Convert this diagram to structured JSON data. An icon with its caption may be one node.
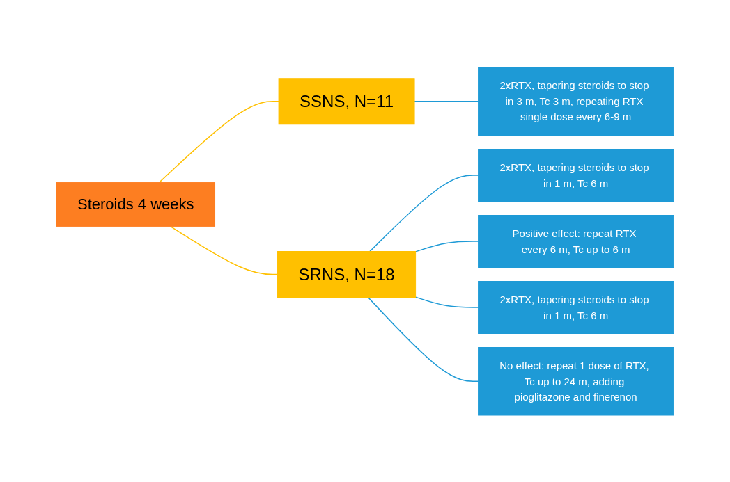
{
  "diagram": {
    "nodes": [
      {
        "text": [
          "Steroids 4 weeks"
        ]
      },
      {
        "text": [
          "SSNS, N=11"
        ]
      },
      {
        "text": [
          "SRNS, N=18"
        ]
      },
      {
        "text": [
          "2xRTX, tapering steroids to stop in 3 m, Tc 3 m, repeating RTX single dose every 6-9 m"
        ]
      },
      {
        "text": [
          "2xRTX, tapering steroids to stop in 1 m, Tc 6 m"
        ]
      },
      {
        "text": [
          "Positive effect: repeat RTX every 6 m, Tc up to 6 m"
        ]
      },
      {
        "text": [
          "2xRTX, tapering steroids to stop in 1 m, Tc 6 m"
        ]
      },
      {
        "text": [
          "No effect: repeat 1 dose of RTX, Tc up to 24 m, adding pioglitazone and finerenon"
        ]
      }
    ],
    "edges": [
      {
        "from": 0,
        "to": 1,
        "arrow": "none",
        "color": "#ffc000"
      },
      {
        "from": 0,
        "to": 2,
        "arrow": "none",
        "color": "#ffc000"
      },
      {
        "from": 1,
        "to": 3,
        "arrow": "none"
      },
      {
        "from": 2,
        "to": 4,
        "arrow": "none"
      },
      {
        "from": 2,
        "to": 5,
        "arrow": "none"
      },
      {
        "from": 2,
        "to": 6,
        "arrow": "none"
      },
      {
        "from": 2,
        "to": 7,
        "arrow": "none"
      }
    ]
  }
}
